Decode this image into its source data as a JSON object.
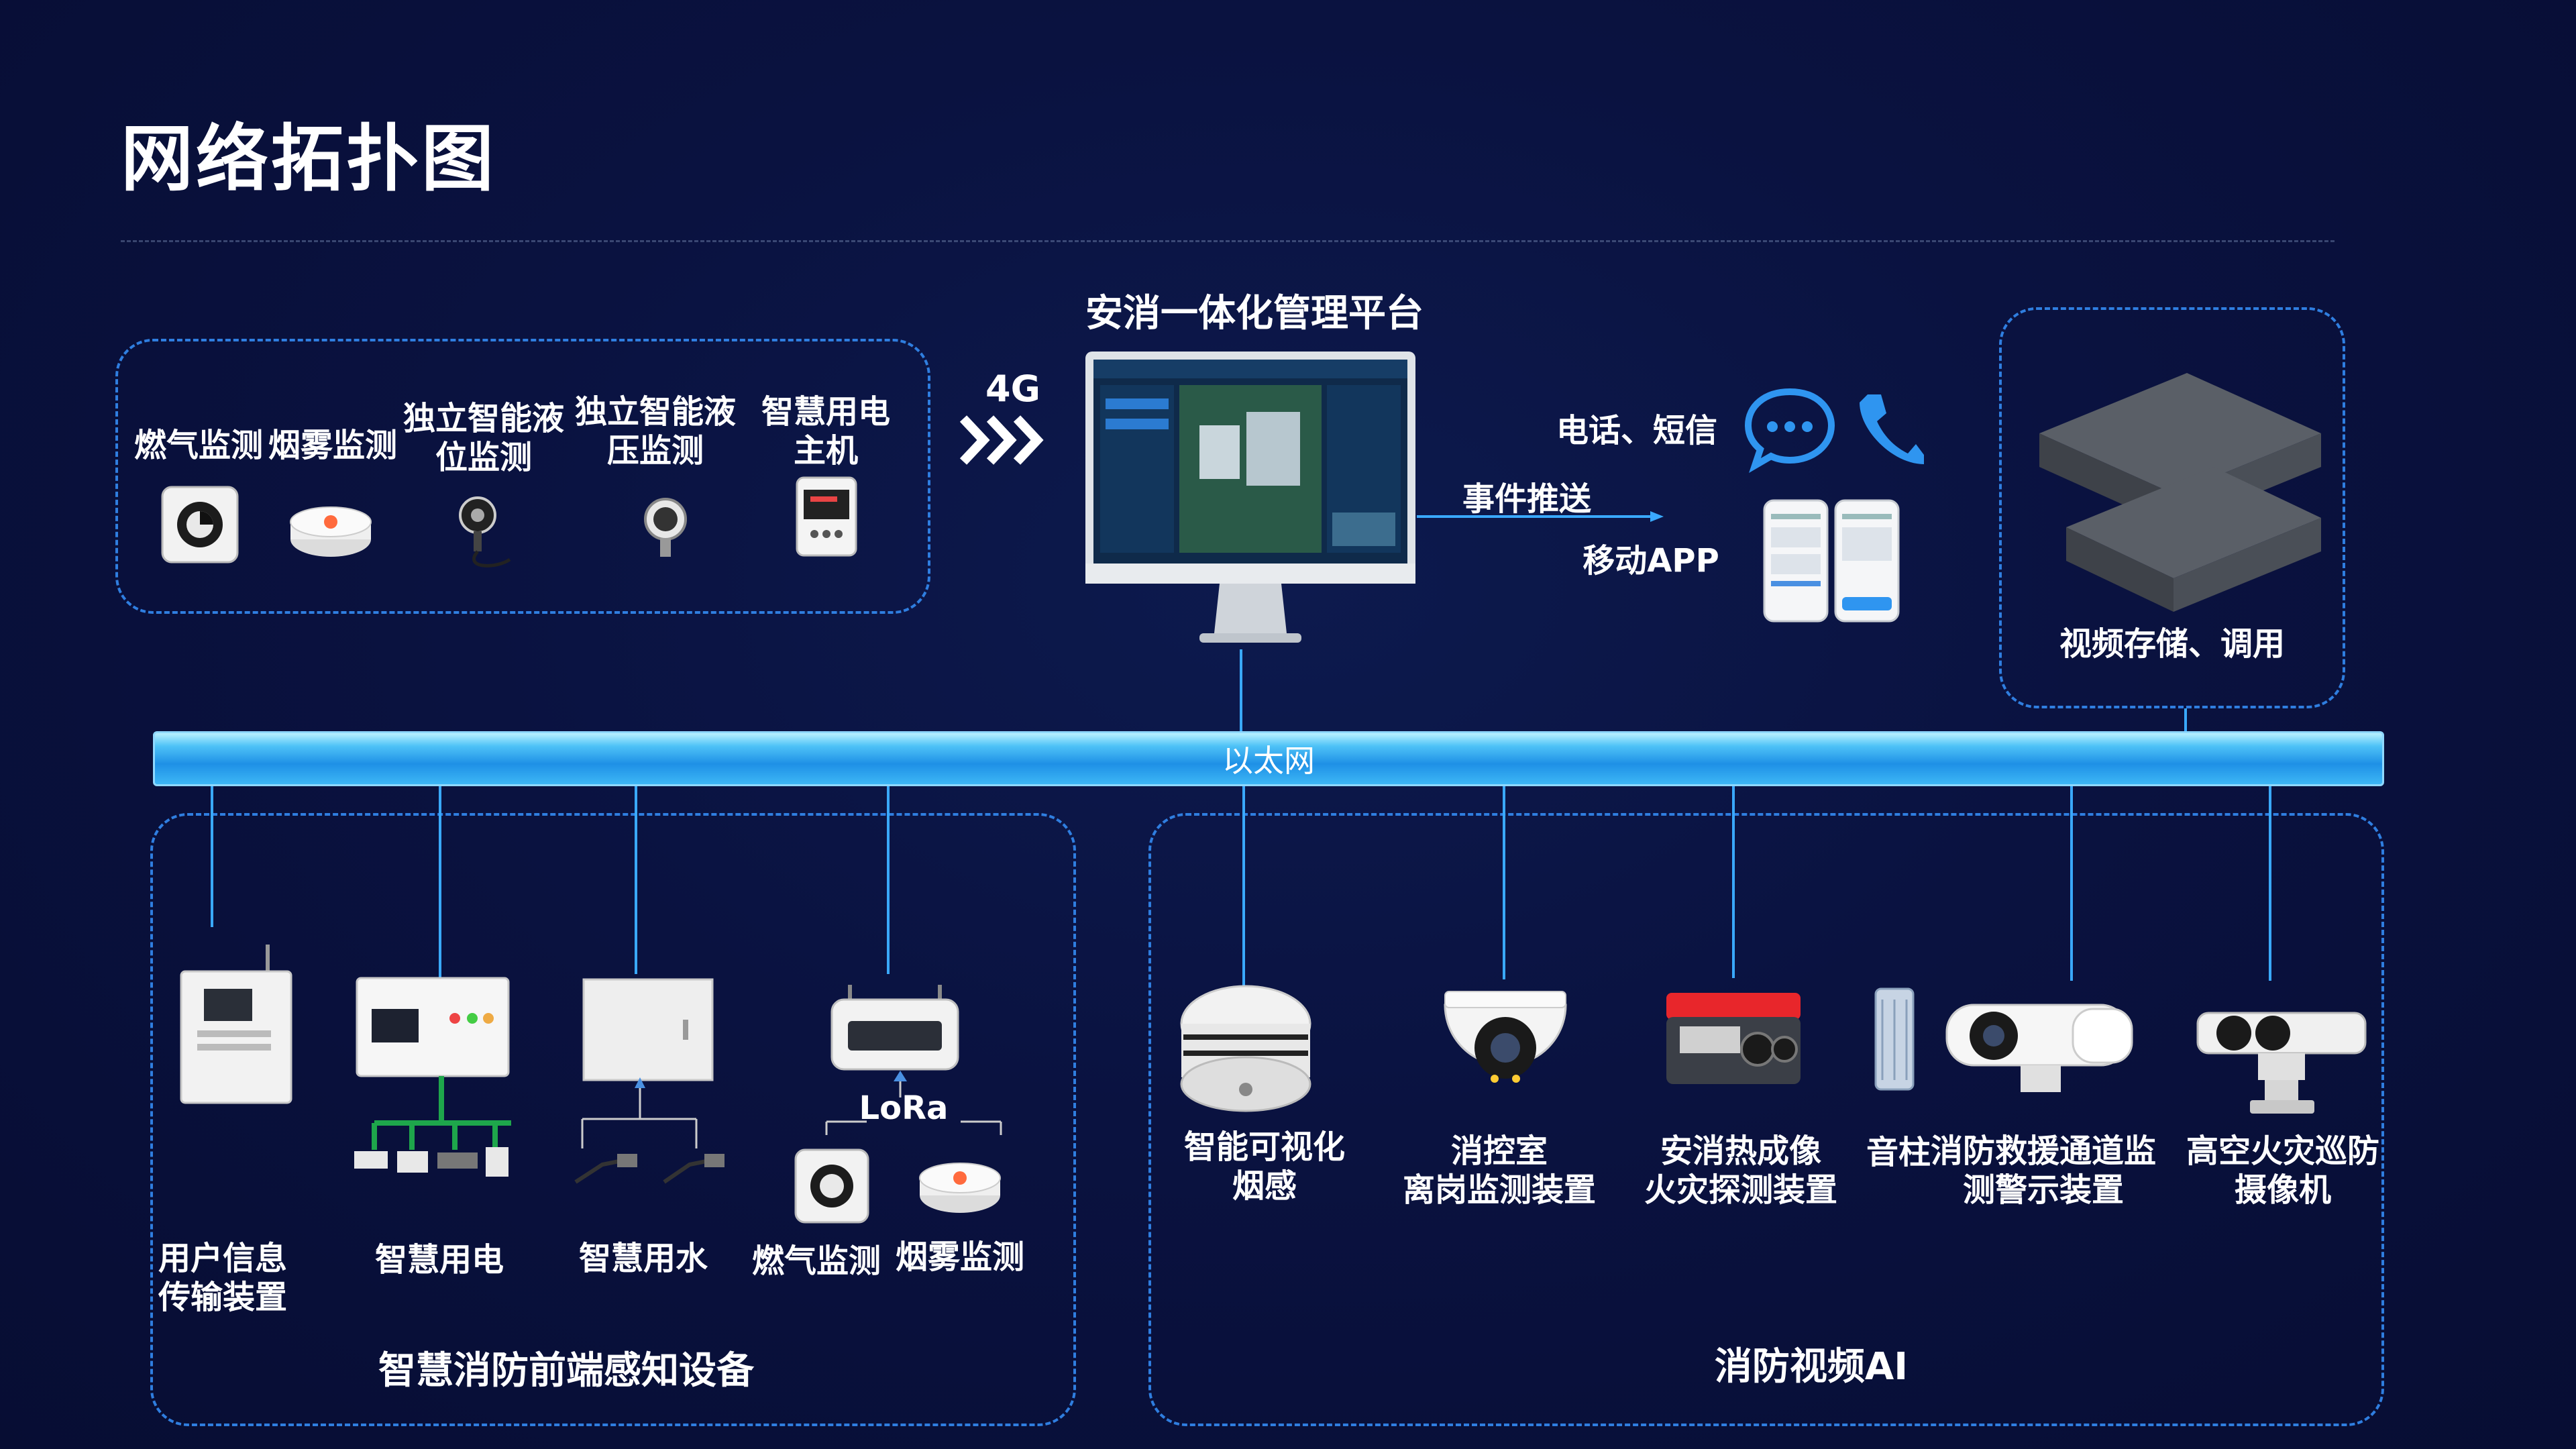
{
  "title": "网络拓扑图",
  "platform": {
    "title": "安消一体化管理平台"
  },
  "connection": {
    "label": "4G"
  },
  "notifications": {
    "phone_sms": "电话、短信",
    "event_push": "事件推送",
    "mobile_app": "移动APP"
  },
  "top_devices": [
    {
      "label": "燃气监测"
    },
    {
      "label": "烟雾监测"
    },
    {
      "label": "独立智能液\n位监测"
    },
    {
      "label": "独立智能液\n压监测"
    },
    {
      "label": "智慧用电\n主机"
    }
  ],
  "storage": {
    "label": "视频存储、调用"
  },
  "bus": {
    "label": "以太网"
  },
  "frontend": {
    "title": "智慧消防前端感知设备",
    "devices": [
      {
        "label": "用户信息\n传输装置"
      },
      {
        "label": "智慧用电"
      },
      {
        "label": "智慧用水"
      },
      {
        "label": "燃气监测"
      },
      {
        "label": "烟雾监测"
      }
    ],
    "lora": "LoRa"
  },
  "video_ai": {
    "title": "消防视频AI",
    "devices": [
      {
        "label": "智能可视化\n烟感"
      },
      {
        "label": "消控室\n离岗监测装置"
      },
      {
        "label": "安消热成像\n火灾探测装置"
      },
      {
        "label": "音柱"
      },
      {
        "label": "消防救援通道监\n测警示装置"
      },
      {
        "label": "高空火灾巡防\n摄像机"
      }
    ]
  },
  "colors": {
    "accent": "#2f7ee0",
    "bus": "#1e90e6",
    "background": "#0a1240"
  }
}
